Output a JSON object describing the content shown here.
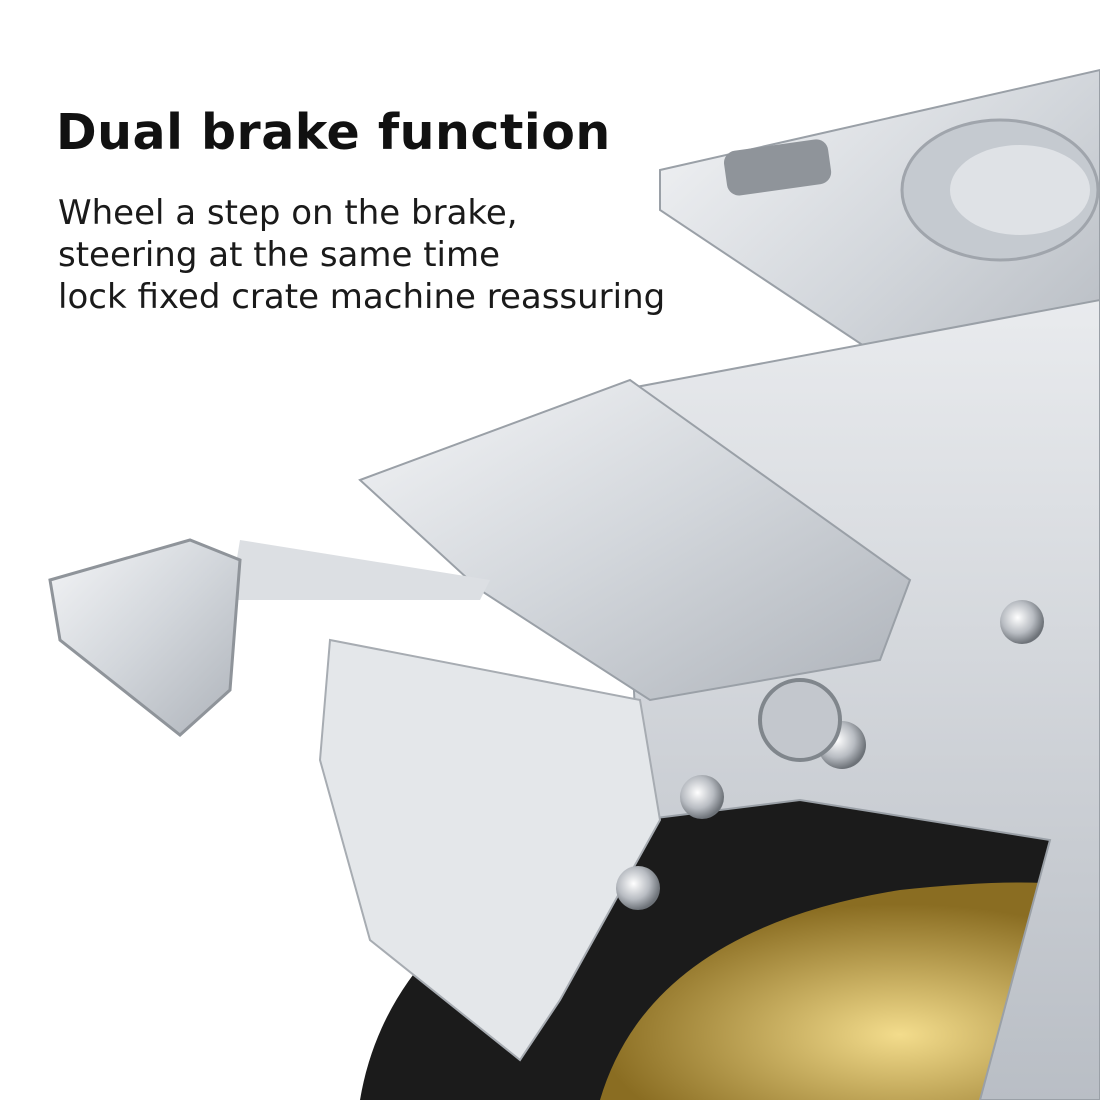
{
  "heading": "Dual brake function",
  "description_lines": [
    "Wheel a step on the brake,",
    "steering at the same time",
    "lock fixed crate machine reassuring"
  ],
  "colors": {
    "background": "#ffffff",
    "text": "#111111",
    "metal": "#d9dde2",
    "wheel": "#1b1b1b",
    "bearing": "#e8935a",
    "hub": "#c9a84a"
  }
}
